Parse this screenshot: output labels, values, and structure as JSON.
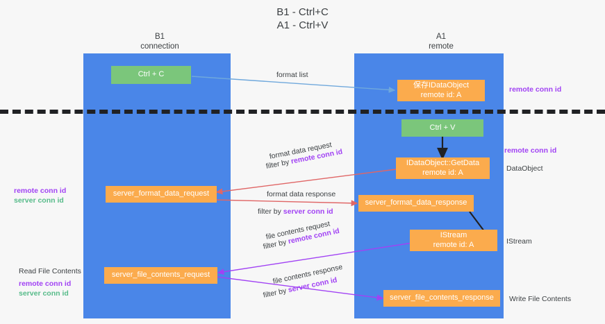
{
  "title": "B1 - Ctrl+C\nA1 - Ctrl+V",
  "columns": [
    {
      "name": "b1",
      "label": "B1\nconnection"
    },
    {
      "name": "a1",
      "label": "A1\nremote"
    }
  ],
  "colors": {
    "lane": "#4a86e8",
    "green_node": "#7bc67b",
    "orange_node": "#fbab4d",
    "divider": "#202124",
    "arrow_blue": "#6fa8dc",
    "arrow_red": "#e06666",
    "arrow_purple": "#a142f4",
    "arrow_black": "#202124",
    "highlight_purple": "#a142f4",
    "highlight_green": "#57bb8a"
  },
  "nodes": [
    {
      "id": "ctrl-c",
      "line1": "Ctrl + C",
      "line2": "",
      "style": "green"
    },
    {
      "id": "save-idataobject",
      "line1": "保存IDataObject",
      "line2": "remote id: A",
      "style": "orange"
    },
    {
      "id": "ctrl-v",
      "line1": "Ctrl + V",
      "line2": "",
      "style": "green"
    },
    {
      "id": "idataobject-getdata",
      "line1": "IDataObject::GetData",
      "line2": "remote id: A",
      "style": "orange"
    },
    {
      "id": "server-format-data-request",
      "line1": "server_format_data_request",
      "line2": "",
      "style": "orange"
    },
    {
      "id": "server-format-data-response",
      "line1": "server_format_data_response",
      "line2": "",
      "style": "orange"
    },
    {
      "id": "istream",
      "line1": "IStream",
      "line2": "remote id: A",
      "style": "orange"
    },
    {
      "id": "server-file-contents-request",
      "line1": "server_file_contents_request",
      "line2": "",
      "style": "orange"
    },
    {
      "id": "server-file-contents-response",
      "line1": "server_file_contents_response",
      "line2": "",
      "style": "orange"
    }
  ],
  "edge_labels": {
    "format_list": "format list",
    "format_data_request": "format data request",
    "format_data_request_filter_prefix": "filter by ",
    "format_data_request_filter_key": "remote conn id",
    "format_data_response": "format data response",
    "format_data_response_filter_prefix": "filter by ",
    "format_data_response_filter_key": "server conn id",
    "file_contents_request": "file contents request",
    "file_contents_request_filter_prefix": "filter by ",
    "file_contents_request_filter_key": "remote conn id",
    "file_contents_response": "file contents response",
    "file_contents_response_filter_prefix": "filter by ",
    "file_contents_response_filter_key": "server conn id"
  },
  "annotations": {
    "right_top_remote_conn_id": "remote conn id",
    "right_mid_remote_conn_id": "remote conn id",
    "right_mid_dataobject": "DataObject",
    "right_istream": "IStream",
    "right_write_file_contents": "Write File Contents",
    "left_remote_conn_id": "remote conn id",
    "left_server_conn_id": "server conn id",
    "left_read_file_contents": "Read File Contents",
    "left_bottom_remote_conn_id": "remote conn id",
    "left_bottom_server_conn_id": "server conn id"
  }
}
